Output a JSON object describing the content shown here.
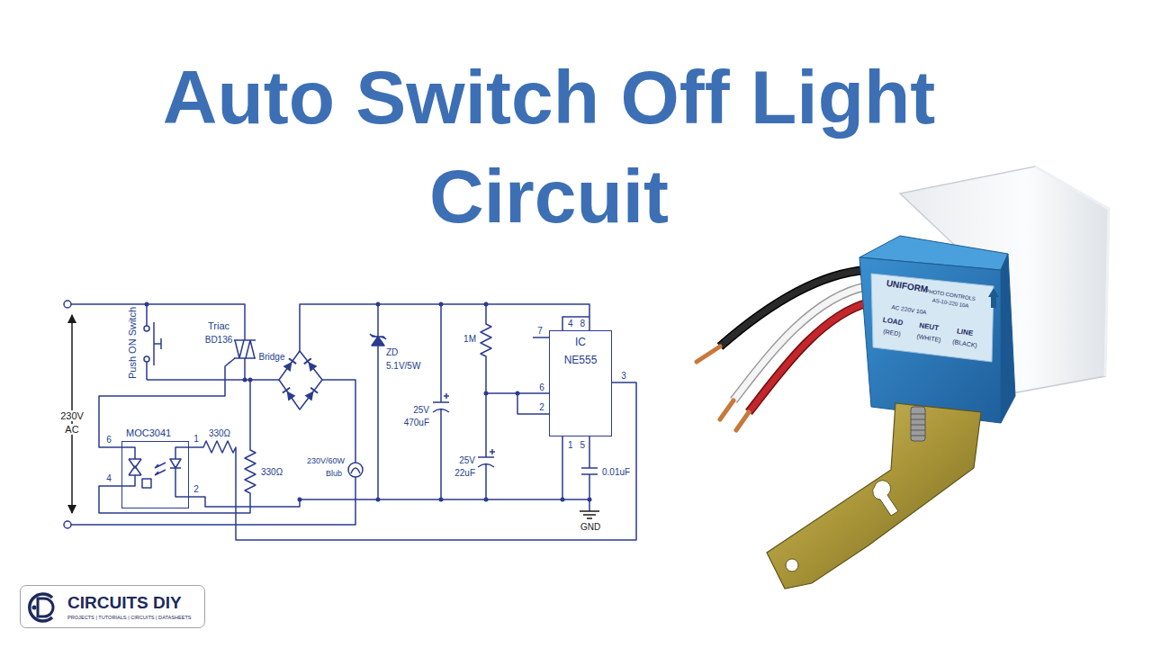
{
  "diagram": {
    "title": "Auto Switch Off Light Circuit",
    "nodes": [
      {
        "text": [
          "IC",
          "NE555"
        ]
      },
      {
        "text": [
          "MOC3041"
        ]
      },
      {
        "text": [
          "CIRCUITS DIY",
          "PROJECTS | TUTORIALS | CIRCUITS | DATASHEETS"
        ]
      }
    ],
    "labels": [
      "Push ON Switch",
      "Triac",
      "BD136",
      "Bridge",
      "ZD",
      "5.1V/5W",
      "230V",
      "AC",
      "1M",
      "25V",
      "470uF",
      "25V",
      "22uF",
      "4",
      "8",
      "7",
      "6",
      "2",
      "3",
      "1",
      "5",
      "0.01uF",
      "GND",
      "6",
      "4",
      "1",
      "2",
      "330Ω",
      "330Ω",
      "230V/60W",
      "Blub",
      "UNIFORM",
      "PHOTO CONTROLS",
      "AS-10-220 10A",
      "AC 220V 10A",
      "LOAD",
      "NEUT",
      "LINE",
      "(RED)",
      "(WHITE)",
      "(BLACK)"
    ]
  }
}
